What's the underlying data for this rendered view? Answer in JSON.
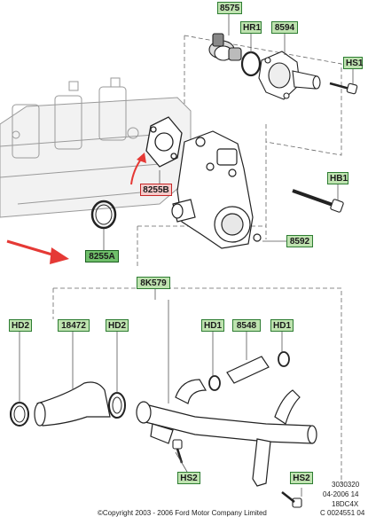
{
  "parts": {
    "p8575": "8575",
    "hr1": "HR1",
    "p8594": "8594",
    "hs1": "HS1",
    "hb1": "HB1",
    "p8255b": "8255B",
    "p8592": "8592",
    "p8255a": "8255A",
    "p8k579": "8K579",
    "hd2_left": "HD2",
    "p18472": "18472",
    "hd2_mid": "HD2",
    "hd1_left": "HD1",
    "p8548": "8548",
    "hd1_right": "HD1",
    "hs2_left": "HS2",
    "hs2_right": "HS2"
  },
  "meta": {
    "code": "3030320",
    "date": "04-2006 14",
    "ref": "18DC4X",
    "cat": "C 0024551 04",
    "copyright": "©Copyright 2003 - 2006 Ford Motor Company Limited"
  },
  "colors": {
    "label_fill": "#bfe3b0",
    "label_border": "#2e7d32",
    "highlight_red": "#e53935",
    "highlight_green": "#6fbf6a"
  }
}
